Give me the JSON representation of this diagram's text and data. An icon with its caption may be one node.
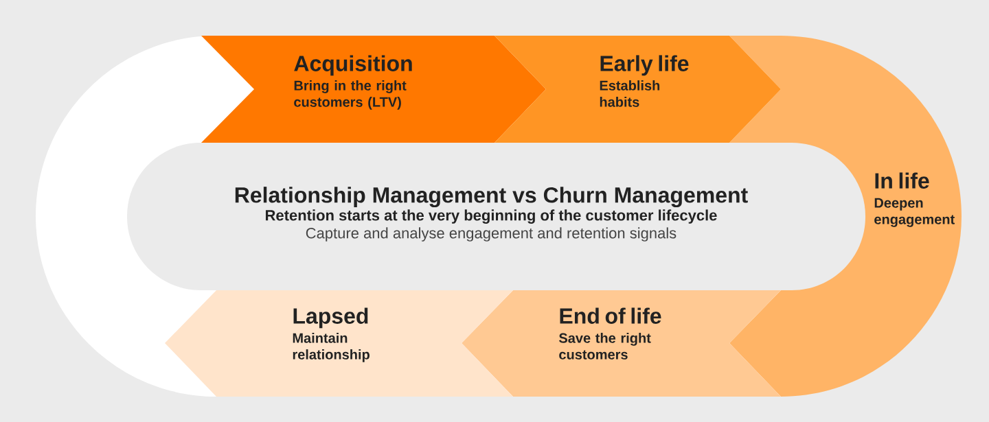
{
  "diagram": {
    "nodes": [
      {
        "text": [
          "Acquisition",
          "Bring in the right customers (LTV)"
        ]
      },
      {
        "text": [
          "Early life",
          "Establish habits"
        ]
      },
      {
        "text": [
          "Relationship Management vs Churn Management",
          "Retention starts at the very beginning of the customer lifecycle",
          "Capture and analyse engagement and retention signals"
        ]
      },
      {
        "text": [
          "In life",
          "Deepen engagement"
        ]
      },
      {
        "text": [
          "Lapsed",
          "Maintain relationship"
        ]
      },
      {
        "text": [
          "End of life",
          "Save the right customers"
        ]
      }
    ]
  }
}
